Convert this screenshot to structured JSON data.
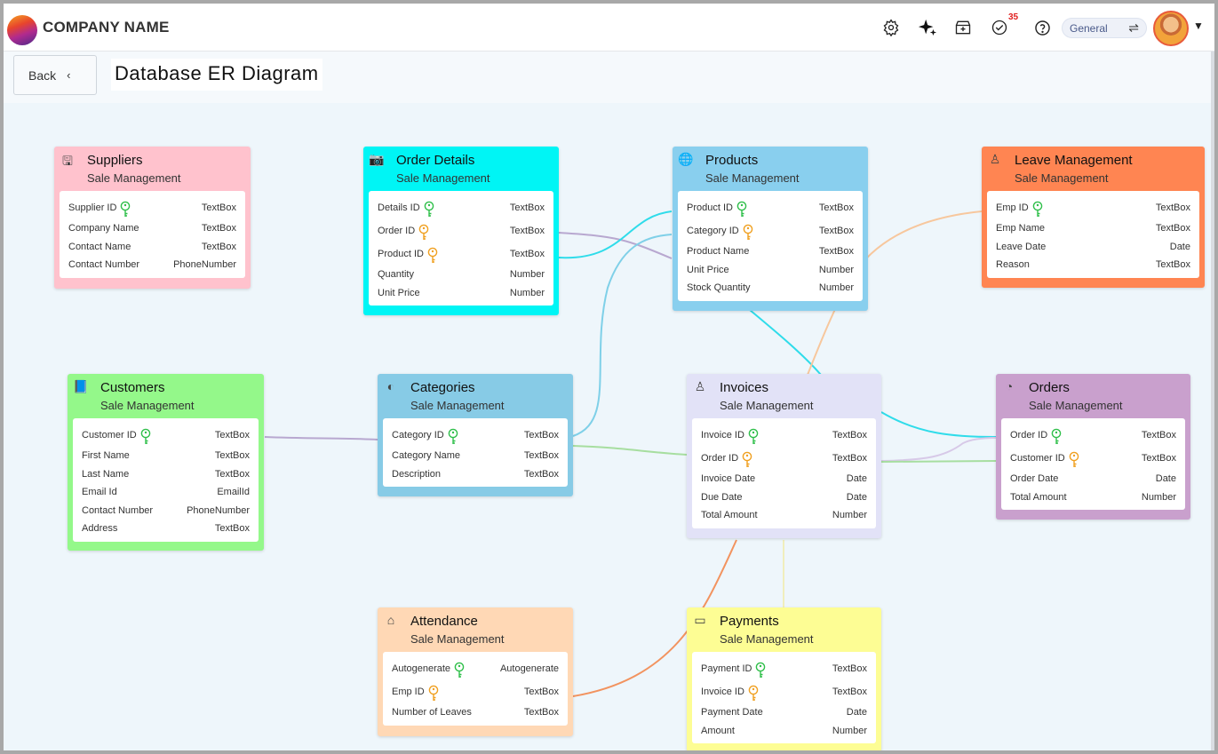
{
  "header": {
    "company_name": "COMPANY NAME",
    "notifications_count": "35",
    "workspace": "General",
    "icons": [
      "settings-icon",
      "ai-sparkle-icon",
      "store-icon",
      "tasks-check-icon",
      "help-icon"
    ]
  },
  "subheader": {
    "back_label": "Back",
    "title": "Database ER Diagram"
  },
  "tables": {
    "suppliers": {
      "name": "Suppliers",
      "module": "Sale Management",
      "color": "#ffc2cd",
      "fields": [
        {
          "name": "Supplier ID",
          "type": "TextBox",
          "key": "primary"
        },
        {
          "name": "Company Name",
          "type": "TextBox"
        },
        {
          "name": "Contact Name",
          "type": "TextBox"
        },
        {
          "name": "Contact Number",
          "type": "PhoneNumber"
        }
      ]
    },
    "order_details": {
      "name": "Order Details",
      "module": "Sale Management",
      "color": "#00f5f5",
      "fields": [
        {
          "name": "Details ID",
          "type": "TextBox",
          "key": "primary"
        },
        {
          "name": "Order ID",
          "type": "TextBox",
          "key": "foreign"
        },
        {
          "name": "Product ID",
          "type": "TextBox",
          "key": "foreign"
        },
        {
          "name": "Quantity",
          "type": "Number"
        },
        {
          "name": "Unit Price",
          "type": "Number"
        }
      ]
    },
    "products": {
      "name": "Products",
      "module": "Sale Management",
      "color": "#89cfee",
      "fields": [
        {
          "name": "Product ID",
          "type": "TextBox",
          "key": "primary"
        },
        {
          "name": "Category ID",
          "type": "TextBox",
          "key": "foreign"
        },
        {
          "name": "Product Name",
          "type": "TextBox"
        },
        {
          "name": "Unit Price",
          "type": "Number"
        },
        {
          "name": "Stock Quantity",
          "type": "Number"
        }
      ]
    },
    "leave_management": {
      "name": "Leave Management",
      "module": "Sale Management",
      "color": "#ff8552",
      "fields": [
        {
          "name": "Emp ID",
          "type": "TextBox",
          "key": "primary"
        },
        {
          "name": "Emp Name",
          "type": "TextBox"
        },
        {
          "name": "Leave Date",
          "type": "Date"
        },
        {
          "name": "Reason",
          "type": "TextBox"
        }
      ]
    },
    "customers": {
      "name": "Customers",
      "module": "Sale Management",
      "color": "#94f88a",
      "fields": [
        {
          "name": "Customer ID",
          "type": "TextBox",
          "key": "primary"
        },
        {
          "name": "First Name",
          "type": "TextBox"
        },
        {
          "name": "Last Name",
          "type": "TextBox"
        },
        {
          "name": "Email Id",
          "type": "EmailId"
        },
        {
          "name": "Contact Number",
          "type": "PhoneNumber"
        },
        {
          "name": "Address",
          "type": "TextBox"
        }
      ]
    },
    "categories": {
      "name": "Categories",
      "module": "Sale Management",
      "color": "#87cbe6",
      "fields": [
        {
          "name": "Category ID",
          "type": "TextBox",
          "key": "primary"
        },
        {
          "name": "Category Name",
          "type": "TextBox"
        },
        {
          "name": "Description",
          "type": "TextBox"
        }
      ]
    },
    "invoices": {
      "name": "Invoices",
      "module": "Sale Management",
      "color": "#e2e2f7",
      "fields": [
        {
          "name": "Invoice ID",
          "type": "TextBox",
          "key": "primary"
        },
        {
          "name": "Order ID",
          "type": "TextBox",
          "key": "foreign"
        },
        {
          "name": "Invoice Date",
          "type": "Date"
        },
        {
          "name": "Due Date",
          "type": "Date"
        },
        {
          "name": "Total Amount",
          "type": "Number"
        }
      ]
    },
    "orders": {
      "name": "Orders",
      "module": "Sale Management",
      "color": "#c9a0cd",
      "fields": [
        {
          "name": "Order ID",
          "type": "TextBox",
          "key": "primary"
        },
        {
          "name": "Customer ID",
          "type": "TextBox",
          "key": "foreign"
        },
        {
          "name": "Order Date",
          "type": "Date"
        },
        {
          "name": "Total Amount",
          "type": "Number"
        }
      ]
    },
    "attendance": {
      "name": "Attendance",
      "module": "Sale Management",
      "color": "#ffd8b5",
      "fields": [
        {
          "name": "Autogenerate",
          "type": "Autogenerate",
          "key": "primary"
        },
        {
          "name": "Emp ID",
          "type": "TextBox",
          "key": "foreign"
        },
        {
          "name": "Number of Leaves",
          "type": "TextBox"
        }
      ]
    },
    "payments": {
      "name": "Payments",
      "module": "Sale Management",
      "color": "#fdfd94",
      "fields": [
        {
          "name": "Payment ID",
          "type": "TextBox",
          "key": "primary"
        },
        {
          "name": "Invoice ID",
          "type": "TextBox",
          "key": "foreign"
        },
        {
          "name": "Payment Date",
          "type": "Date"
        },
        {
          "name": "Amount",
          "type": "Number"
        }
      ]
    }
  },
  "relation_colors": {
    "cyan": "#2fdcea",
    "skyblue": "#7fd0e8",
    "lavender": "#b8a8d0",
    "green": "#a7dea0",
    "peach": "#f7c79d",
    "orange": "#f2935f",
    "lightyellow": "#f0eebc"
  }
}
